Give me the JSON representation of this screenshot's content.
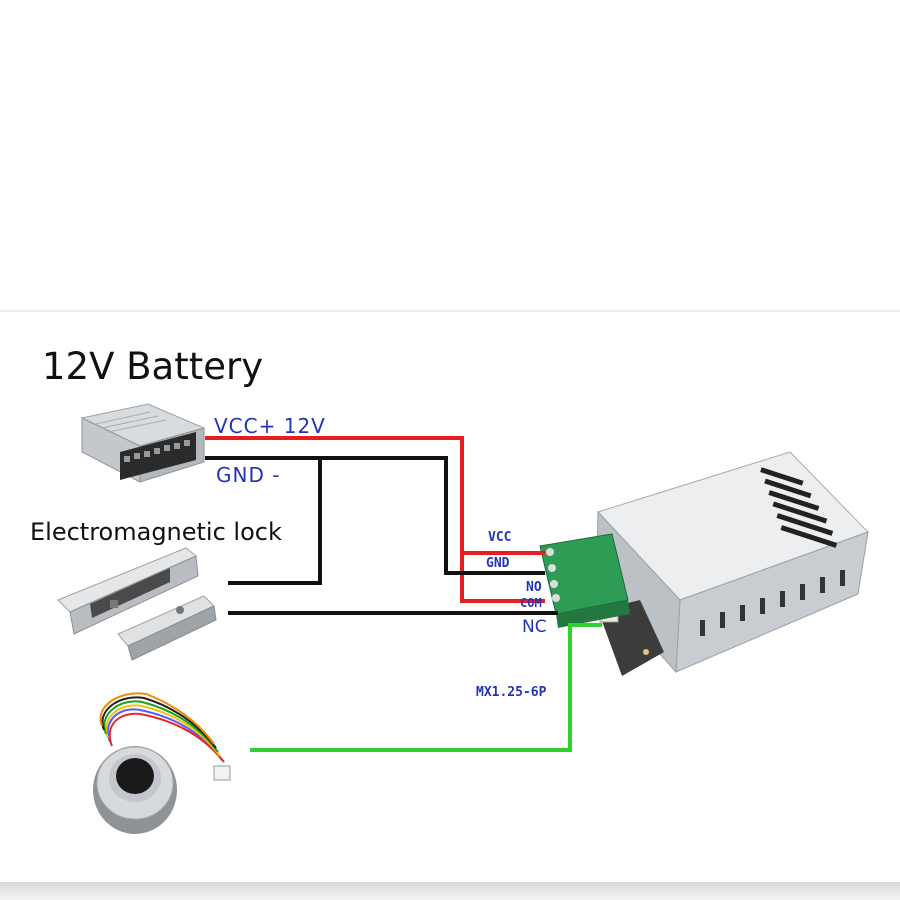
{
  "title": "12V Battery",
  "labels": {
    "vcc_12v": "VCC+ 12V",
    "gnd": "GND -",
    "lock": "Electromagnetic lock",
    "connector": "MX1.25-6P"
  },
  "terminal_pins": {
    "vcc": "VCC",
    "gnd": "GND",
    "no": "NO",
    "com": "COM",
    "nc": "NC"
  },
  "wire_colors": {
    "power_positive": "#e81e1e",
    "ground": "#111111",
    "signal": "#2fd02f"
  },
  "components": [
    "power-supply",
    "electromagnetic-lock",
    "fingerprint-sensor",
    "controller-module"
  ]
}
